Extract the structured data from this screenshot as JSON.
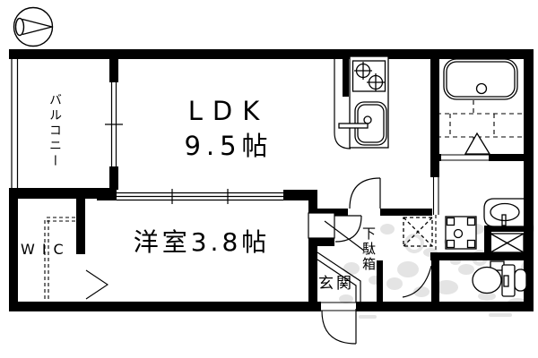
{
  "floor_plan": {
    "labels": {
      "balcony": "バルコニー",
      "ldk": "LDK",
      "ldk_size": "9.5帖",
      "western_room": "洋室3.8帖",
      "wic": "WIC",
      "entrance": "玄関",
      "shoe_cabinet": "下駄箱"
    },
    "icons": [
      "compass-icon",
      "stove-icon",
      "kitchen-sink-icon",
      "bathtub-icon",
      "bath-folding-door-icon",
      "washbasin-icon",
      "washing-machine-pan-icon",
      "refrigerator-space-icon",
      "storage-x-box-icon",
      "toilet-icon",
      "door-swing-icon",
      "wic-folding-door-icon"
    ],
    "colors": {
      "line": "#000000",
      "background": "#ffffff",
      "watermark": "#e4e4e4"
    }
  }
}
